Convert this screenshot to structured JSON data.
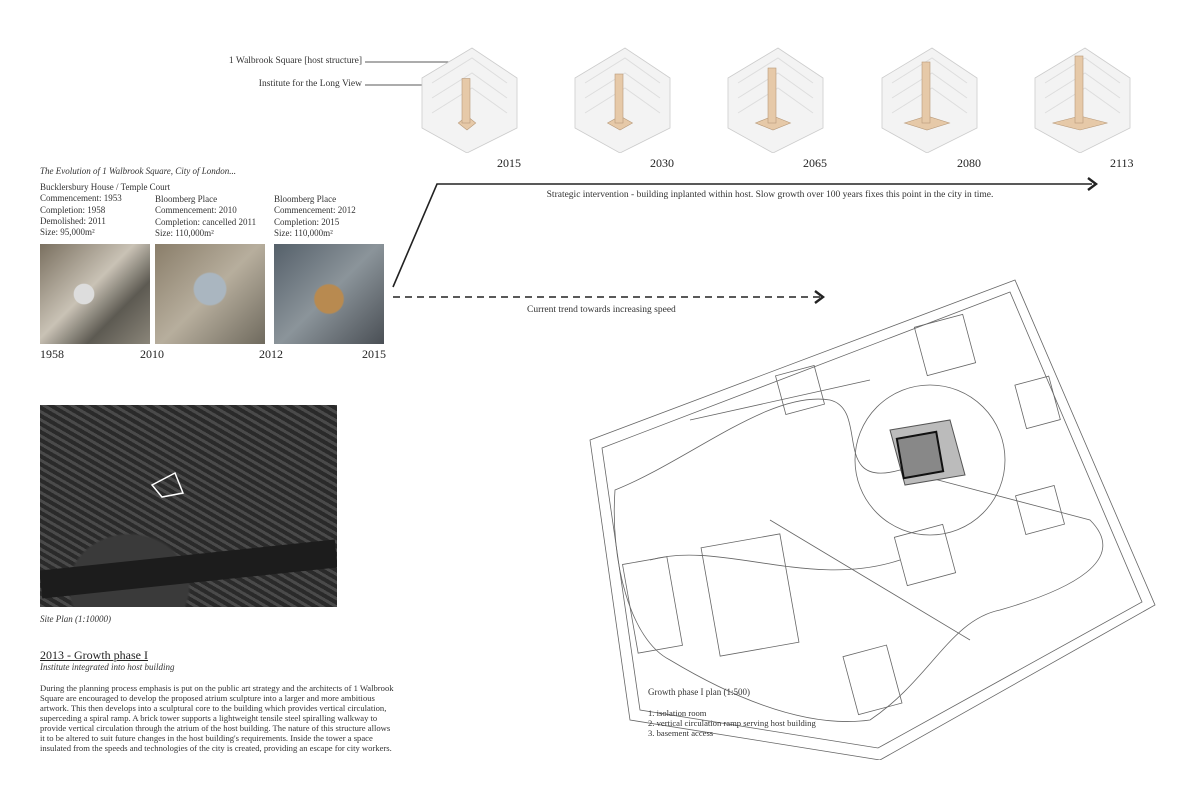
{
  "timeline": {
    "host_label": "1 Walbrook Square [host structure]",
    "institute_label": "Institute for the Long View",
    "years": [
      "2015",
      "2030",
      "2065",
      "2080",
      "2113"
    ],
    "growth": [
      0.15,
      0.3,
      0.5,
      0.7,
      0.9
    ]
  },
  "evolution": {
    "title": "The Evolution of 1 Walbrook Square, City of London...",
    "buildings": [
      {
        "lines": [
          "Bucklersbury House / Temple Court",
          "Commencement: 1953",
          "Completion: 1958",
          "Demolished: 2011",
          "Size: 95,000m²"
        ]
      },
      {
        "lines": [
          "Bloomberg Place",
          "Commencement: 2010",
          "Completion: cancelled 2011",
          "Size: 110,000m²"
        ]
      },
      {
        "lines": [
          "Bloomberg Place",
          "Commencement: 2012",
          "Completion: 2015",
          "Size: 110,000m²"
        ]
      }
    ],
    "years": [
      "1958",
      "2010",
      "2012",
      "2015"
    ]
  },
  "arrows": {
    "strategic": "Strategic intervention - building inplanted within host. Slow growth over 100 years fixes this point in the city in time.",
    "current": "Current trend towards increasing speed"
  },
  "site_plan": {
    "caption": "Site Plan (1:10000)"
  },
  "phase": {
    "heading": "2013 - Growth phase I",
    "subtitle": "Institute integrated into host building",
    "body": "During the planning process emphasis is put on the public art strategy and the architects of 1 Walbrook Square are encouraged to develop the proposed atrium sculpture into a larger and more ambitious artwork. This then develops into a sculptural core to the building which provides vertical circulation, superceding a spiral ramp. A brick tower supports a lightweight tensile steel spiralling walkway to provide vertical circulation through the atrium of the host building. The nature of this structure allows it to be altered to suit future changes in the host building's requirements. Inside the tower a space insulated from the speeds and technologies of the city is created, providing an escape for city workers."
  },
  "plan": {
    "title": "Growth phase I plan (1:500)",
    "legend": [
      "1. isolation room",
      "2. vertical circulation ramp serving host building",
      "3. basement access"
    ]
  },
  "colors": {
    "tower": "#e6c9a8",
    "line": "#222222"
  }
}
